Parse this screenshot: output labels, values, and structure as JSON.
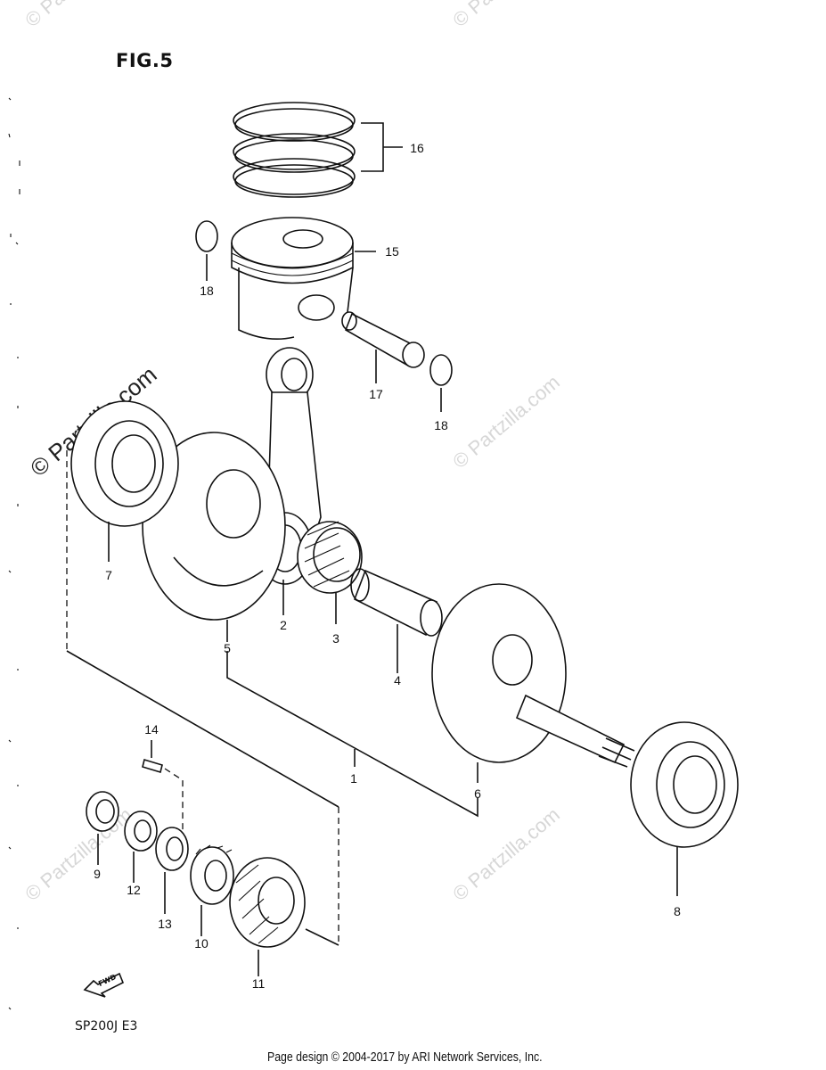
{
  "figure": {
    "title": "FIG.5",
    "model_code": "SP200J  E3"
  },
  "footer": {
    "credit": "Page design © 2004-2017 by ARI Network Services, Inc."
  },
  "watermark": {
    "text": "© Partzilla.com"
  },
  "fwd_badge": "FWD",
  "callouts": {
    "c1": "1",
    "c2": "2",
    "c3": "3",
    "c4": "4",
    "c5": "5",
    "c6": "6",
    "c7": "7",
    "c8": "8",
    "c9": "9",
    "c10": "10",
    "c11": "11",
    "c12": "12",
    "c13": "13",
    "c14": "14",
    "c15": "15",
    "c16": "16",
    "c17": "17",
    "c18a": "18",
    "c18b": "18"
  },
  "colors": {
    "line": "#111111",
    "watermark": "#d7d7d7",
    "background": "#ffffff"
  }
}
